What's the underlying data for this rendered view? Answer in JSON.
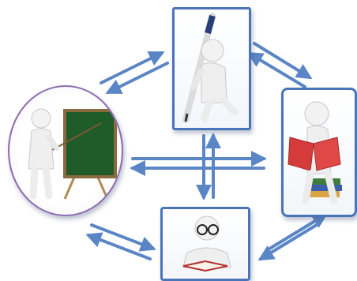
{
  "diagram": {
    "nodes": [
      {
        "id": "teacher",
        "icon": "teacher-blackboard-icon"
      },
      {
        "id": "writer",
        "icon": "figure-with-pen-icon"
      },
      {
        "id": "reader",
        "icon": "figure-reading-book-icon"
      },
      {
        "id": "student",
        "icon": "figure-with-glasses-reading-icon"
      }
    ],
    "links": [
      {
        "from": "teacher",
        "to": "writer",
        "direction": "bidirectional"
      },
      {
        "from": "writer",
        "to": "reader",
        "direction": "bidirectional"
      },
      {
        "from": "reader",
        "to": "student",
        "direction": "bidirectional"
      },
      {
        "from": "student",
        "to": "teacher",
        "direction": "bidirectional"
      },
      {
        "from": "teacher",
        "to": "reader",
        "direction": "bidirectional"
      },
      {
        "from": "writer",
        "to": "student",
        "direction": "bidirectional"
      }
    ],
    "colors": {
      "arrow": "#5b86c6",
      "frame": "#4a74b8",
      "figure": "#f2f2f2",
      "board": "#1f5c2a",
      "book": "#d63b3b"
    }
  }
}
